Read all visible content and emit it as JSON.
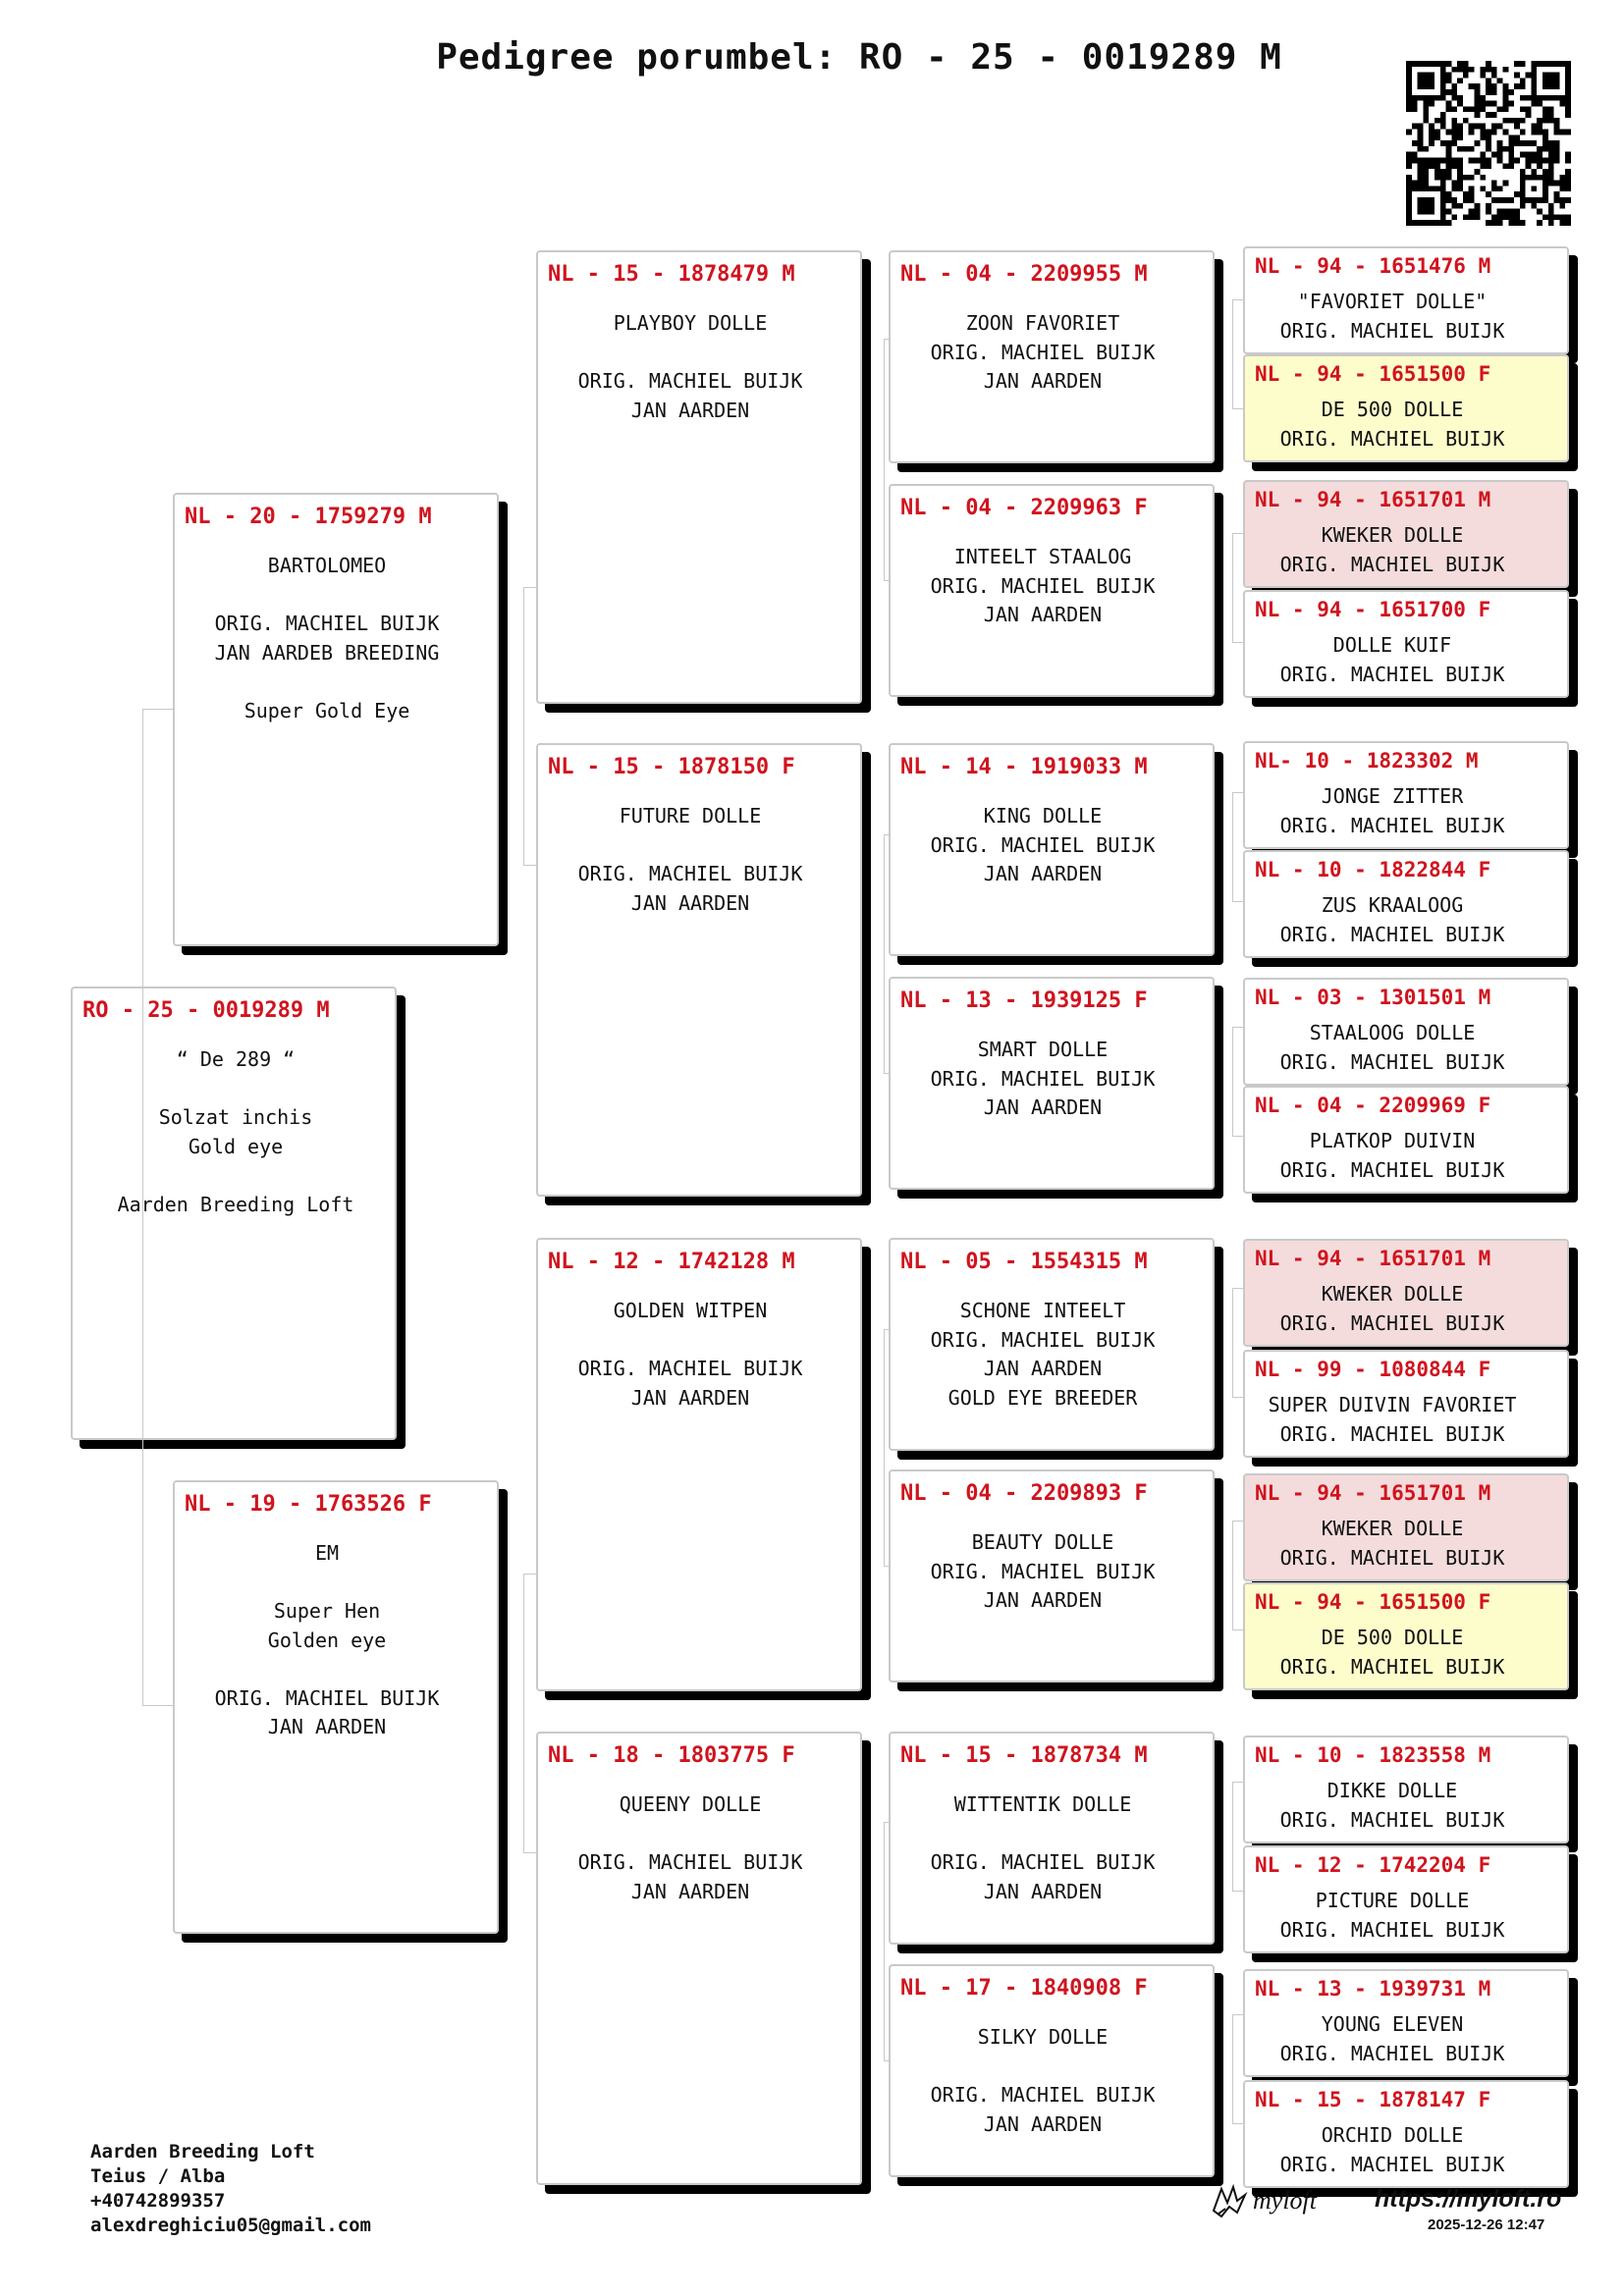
{
  "title": "Pedigree porumbel: RO - 25 - 0019289 M",
  "subject": {
    "ring": "RO - 25 - 0019289 M",
    "lines": [
      "“ De 289 “",
      "",
      "Solzat inchis",
      "Gold eye",
      "",
      "Aarden Breeding Loft"
    ]
  },
  "sire": {
    "ring": "NL - 20 - 1759279 M",
    "lines": [
      "BARTOLOMEO",
      "",
      "ORIG. MACHIEL BUIJK",
      "JAN AARDEB BREEDING",
      "",
      "Super Gold Eye"
    ]
  },
  "dam": {
    "ring": "NL - 19 - 1763526 F",
    "lines": [
      "EM",
      "",
      "Super Hen",
      "Golden eye",
      "",
      "ORIG. MACHIEL BUIJK",
      "JAN AARDEN"
    ]
  },
  "grandparents": [
    {
      "ring": "NL - 15 - 1878479 M",
      "lines": [
        "PLAYBOY DOLLE",
        "",
        "ORIG. MACHIEL BUIJK",
        "JAN AARDEN"
      ]
    },
    {
      "ring": "NL - 15 - 1878150 F",
      "lines": [
        "FUTURE DOLLE",
        "",
        "ORIG. MACHIEL BUIJK",
        "JAN AARDEN"
      ]
    },
    {
      "ring": "NL - 12 - 1742128 M",
      "lines": [
        "GOLDEN WITPEN",
        "",
        "ORIG. MACHIEL BUIJK",
        "JAN AARDEN"
      ]
    },
    {
      "ring": "NL - 18 - 1803775 F",
      "lines": [
        "QUEENY DOLLE",
        "",
        "ORIG. MACHIEL BUIJK",
        "JAN AARDEN"
      ]
    }
  ],
  "great_grandparents": [
    {
      "ring": "NL - 04 - 2209955 M",
      "lines": [
        "ZOON FAVORIET",
        "ORIG. MACHIEL BUIJK",
        "JAN AARDEN"
      ]
    },
    {
      "ring": "NL - 04 - 2209963 F",
      "lines": [
        "INTEELT STAALOG",
        "ORIG. MACHIEL BUIJK",
        "JAN AARDEN"
      ]
    },
    {
      "ring": "NL - 14 - 1919033 M",
      "lines": [
        "KING DOLLE",
        "ORIG. MACHIEL BUIJK",
        "JAN AARDEN"
      ]
    },
    {
      "ring": "NL - 13 - 1939125 F",
      "lines": [
        "SMART DOLLE",
        "ORIG. MACHIEL BUIJK",
        "JAN AARDEN"
      ]
    },
    {
      "ring": "NL - 05 - 1554315 M",
      "lines": [
        "SCHONE INTEELT",
        "ORIG. MACHIEL BUIJK",
        "JAN AARDEN",
        "GOLD EYE BREEDER"
      ]
    },
    {
      "ring": "NL - 04 - 2209893 F",
      "lines": [
        "BEAUTY DOLLE",
        "ORIG. MACHIEL BUIJK",
        "JAN AARDEN"
      ]
    },
    {
      "ring": "NL - 15 - 1878734 M",
      "lines": [
        "WITTENTIK DOLLE",
        "",
        "ORIG. MACHIEL BUIJK",
        "JAN AARDEN"
      ]
    },
    {
      "ring": "NL - 17 - 1840908 F",
      "lines": [
        "SILKY DOLLE",
        "",
        "ORIG. MACHIEL BUIJK",
        "JAN AARDEN"
      ]
    }
  ],
  "great_great_grandparents": [
    {
      "ring": "NL - 94 - 1651476 M",
      "lines": [
        "\"FAVORIET DOLLE\"",
        "ORIG. MACHIEL BUIJK"
      ],
      "highlight": "none"
    },
    {
      "ring": "NL - 94 - 1651500 F",
      "lines": [
        "DE 500 DOLLE",
        "ORIG. MACHIEL BUIJK"
      ],
      "highlight": "yellow"
    },
    {
      "ring": "NL - 94 - 1651701 M",
      "lines": [
        "KWEKER DOLLE",
        "ORIG. MACHIEL BUIJK"
      ],
      "highlight": "pink"
    },
    {
      "ring": "NL - 94 - 1651700 F",
      "lines": [
        "DOLLE KUIF",
        "ORIG. MACHIEL BUIJK"
      ],
      "highlight": "none"
    },
    {
      "ring": "NL- 10 - 1823302 M",
      "lines": [
        "JONGE ZITTER",
        "ORIG. MACHIEL BUIJK"
      ],
      "highlight": "none"
    },
    {
      "ring": "NL - 10 - 1822844 F",
      "lines": [
        "ZUS KRAALOOG",
        "ORIG. MACHIEL BUIJK"
      ],
      "highlight": "none"
    },
    {
      "ring": "NL - 03 - 1301501 M",
      "lines": [
        "STAALOOG DOLLE",
        "ORIG. MACHIEL BUIJK"
      ],
      "highlight": "none"
    },
    {
      "ring": "NL - 04 - 2209969 F",
      "lines": [
        "PLATKOP DUIVIN",
        "ORIG. MACHIEL BUIJK"
      ],
      "highlight": "none"
    },
    {
      "ring": "NL - 94 - 1651701 M",
      "lines": [
        "KWEKER DOLLE",
        "ORIG. MACHIEL BUIJK"
      ],
      "highlight": "pink"
    },
    {
      "ring": "NL - 99 - 1080844 F",
      "lines": [
        "SUPER DUIVIN FAVORIET",
        "ORIG. MACHIEL BUIJK"
      ],
      "highlight": "none"
    },
    {
      "ring": "NL - 94 - 1651701 M",
      "lines": [
        "KWEKER DOLLE",
        "ORIG. MACHIEL BUIJK"
      ],
      "highlight": "pink"
    },
    {
      "ring": "NL - 94 - 1651500 F",
      "lines": [
        "DE 500 DOLLE",
        "ORIG. MACHIEL BUIJK"
      ],
      "highlight": "yellow"
    },
    {
      "ring": "NL - 10 - 1823558 M",
      "lines": [
        "DIKKE DOLLE",
        "ORIG. MACHIEL BUIJK"
      ],
      "highlight": "none"
    },
    {
      "ring": "NL - 12 - 1742204 F",
      "lines": [
        "PICTURE DOLLE",
        "ORIG. MACHIEL BUIJK"
      ],
      "highlight": "none"
    },
    {
      "ring": "NL - 13 - 1939731 M",
      "lines": [
        "YOUNG ELEVEN",
        "ORIG. MACHIEL BUIJK"
      ],
      "highlight": "none"
    },
    {
      "ring": "NL - 15 - 1878147 F",
      "lines": [
        "ORCHID DOLLE",
        "ORIG. MACHIEL BUIJK"
      ],
      "highlight": "none"
    }
  ],
  "footer": {
    "loft": "Aarden Breeding Loft",
    "location": "Teius / Alba",
    "phone": "+40742899357",
    "email": "alexdreghiciu05@gmail.com"
  },
  "brand": {
    "name": "myloft",
    "url": "https://myloft.ro",
    "timestamp": "2025-12-26 12:47"
  },
  "colors": {
    "ring_red": "#d0141e",
    "pink": "#f4dcdc",
    "yellow": "#fdfdcc"
  }
}
